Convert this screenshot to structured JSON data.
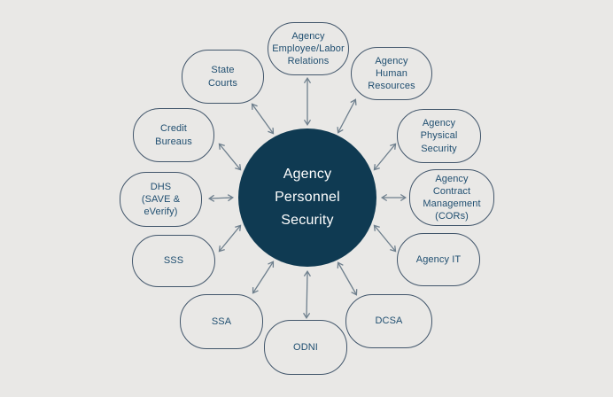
{
  "diagram": {
    "type": "hub-and-spoke",
    "center": {
      "id": "agency-personnel-security",
      "label": "Agency\nPersonnel\nSecurity"
    },
    "nodes": [
      {
        "id": "agency-employee-labor-relations",
        "label": "Agency\nEmployee/Labor\nRelations"
      },
      {
        "id": "agency-human-resources",
        "label": "Agency\nHuman\nResources"
      },
      {
        "id": "agency-physical-security",
        "label": "Agency\nPhysical\nSecurity"
      },
      {
        "id": "agency-contract-management-cors",
        "label": "Agency\nContract\nManagement\n(CORs)"
      },
      {
        "id": "agency-it",
        "label": "Agency IT"
      },
      {
        "id": "dcsa",
        "label": "DCSA"
      },
      {
        "id": "odni",
        "label": "ODNI"
      },
      {
        "id": "ssa",
        "label": "SSA"
      },
      {
        "id": "sss",
        "label": "SSS"
      },
      {
        "id": "dhs-save-everify",
        "label": "DHS\n(SAVE &\neVerify)"
      },
      {
        "id": "credit-bureaus",
        "label": "Credit\nBureaus"
      },
      {
        "id": "state-courts",
        "label": "State\nCourts"
      }
    ],
    "connections": [
      {
        "from": "agency-personnel-security",
        "to": "agency-employee-labor-relations",
        "style": "bidirectional-arrow"
      },
      {
        "from": "agency-personnel-security",
        "to": "agency-human-resources",
        "style": "bidirectional-arrow"
      },
      {
        "from": "agency-personnel-security",
        "to": "agency-physical-security",
        "style": "bidirectional-arrow"
      },
      {
        "from": "agency-personnel-security",
        "to": "agency-contract-management-cors",
        "style": "bidirectional-arrow"
      },
      {
        "from": "agency-personnel-security",
        "to": "agency-it",
        "style": "bidirectional-arrow"
      },
      {
        "from": "agency-personnel-security",
        "to": "dcsa",
        "style": "bidirectional-arrow"
      },
      {
        "from": "agency-personnel-security",
        "to": "odni",
        "style": "bidirectional-arrow"
      },
      {
        "from": "agency-personnel-security",
        "to": "ssa",
        "style": "bidirectional-arrow"
      },
      {
        "from": "agency-personnel-security",
        "to": "sss",
        "style": "bidirectional-arrow"
      },
      {
        "from": "agency-personnel-security",
        "to": "dhs-save-everify",
        "style": "bidirectional-arrow"
      },
      {
        "from": "agency-personnel-security",
        "to": "credit-bureaus",
        "style": "bidirectional-arrow"
      },
      {
        "from": "agency-personnel-security",
        "to": "state-courts",
        "style": "bidirectional-arrow"
      }
    ],
    "colors": {
      "background": "#e9e8e6",
      "hub_fill": "#0f3a52",
      "hub_text": "#ffffff",
      "node_border": "#42566b",
      "node_text": "#1f4e70",
      "arrow": "#6e7f8d"
    }
  }
}
